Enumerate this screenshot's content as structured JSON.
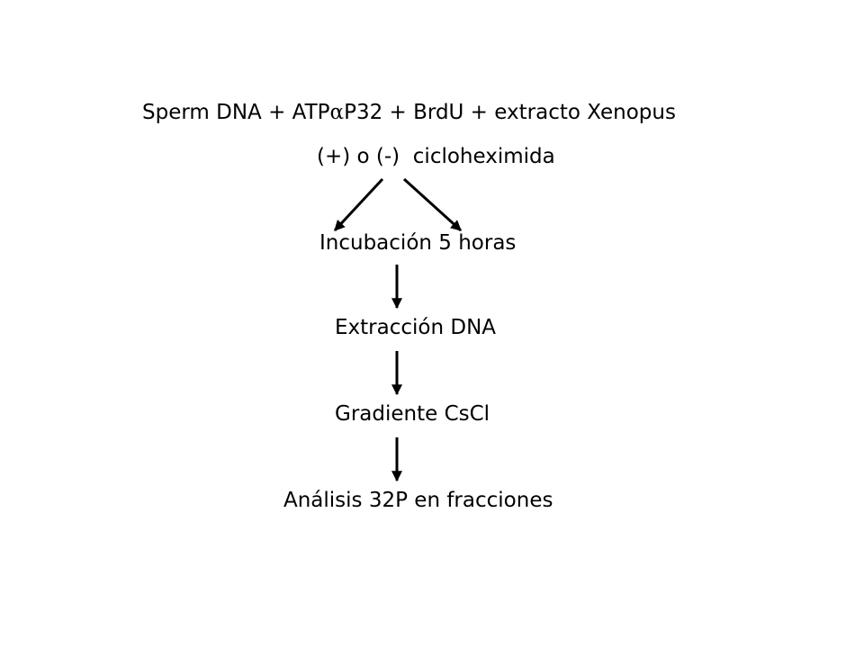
{
  "diagram": {
    "line1": {
      "before": "Sperm DNA + ATP",
      "symbol": "α",
      "after": "P32 + BrdU + extracto Xenopus"
    },
    "line2": "(+) o (-)  cicloheximida",
    "step1": "Incubación 5 horas",
    "step2": "Extracción DNA",
    "step3": "Gradiente CsCl",
    "step4": "Análisis 32P en fracciones"
  },
  "colors": {
    "text": "#000000",
    "arrow": "#000000",
    "background": "#ffffff"
  }
}
